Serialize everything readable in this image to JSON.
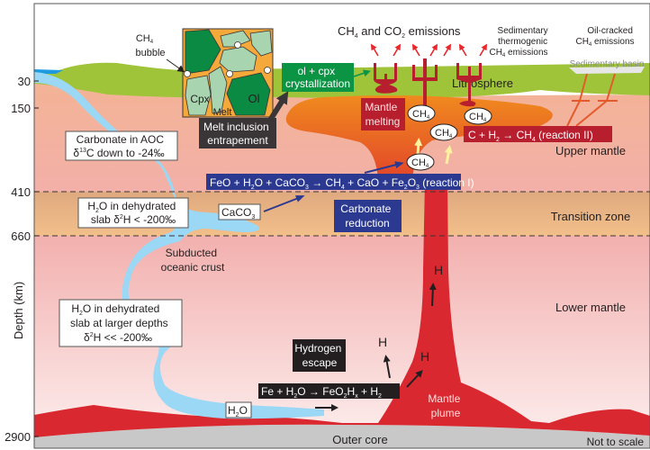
{
  "figure": {
    "y_axis": {
      "label": "Depth (km)",
      "ticks": [
        "30",
        "150",
        "410",
        "660",
        "2900"
      ]
    },
    "note": "Not to scale",
    "layers": {
      "lithosphere": "Lithosphere",
      "upper_mantle": "Upper mantle",
      "transition_zone": "Transition zone",
      "lower_mantle": "Lower mantle",
      "outer_core": "Outer core",
      "sedimentary_basin": "Sedimentary basin"
    },
    "emissions": {
      "main": {
        "pre": "CH",
        "sub1": "4",
        "mid": " and CO",
        "sub2": "2",
        "post": " emissions"
      },
      "sedimentary": {
        "line1": "Sedimentary",
        "line2": "thermogenic",
        "line3_pre": "CH",
        "line3_sub": "4",
        "line3_post": " emissions"
      },
      "oil_cracked": {
        "line1": "Oil-cracked",
        "line2_pre": "CH",
        "line2_sub": "4",
        "line2_post": " emissions"
      }
    },
    "inset": {
      "bubble_label_pre": "CH",
      "bubble_label_sub": "4",
      "bubble_label_line2": "bubble",
      "cpx": "Cpx",
      "ol": "Ol",
      "melt": "Melt"
    },
    "boxes": {
      "crystallization": {
        "line1": "ol + cpx",
        "line2": "crystallization"
      },
      "melt_inclusion": {
        "line1": "Melt inclusion",
        "line2": "entrapement"
      },
      "mantle_melting": {
        "line1": "Mantle",
        "line2": "melting"
      },
      "reaction_ii": {
        "pre": "C + H",
        "sub1": "2",
        "mid": " → CH",
        "sub2": "4",
        "post": " (reaction II)"
      },
      "reaction_i": {
        "a": "FeO + H",
        "s1": "2",
        "b": "O + CaCO",
        "s2": "3",
        "c": " → CH",
        "s3": "4",
        "d": " + CaO + Fe",
        "s4": "2",
        "e": "O",
        "s5": "3",
        "f": " (reaction I)"
      },
      "carbonate_reduction": {
        "line1": "Carbonate",
        "line2": "reduction"
      },
      "carbonate_aoc": {
        "line1": "Carbonate in AOC",
        "line2_pre": "δ",
        "line2_sup": "13",
        "line2_post": "C down to -24‰"
      },
      "h2o_dehydrated": {
        "line1_pre": "H",
        "line1_sub": "2",
        "line1_post": "O in dehydrated",
        "line2_pre": "slab δ",
        "line2_sup": "2",
        "line2_post": "H < -200‰"
      },
      "caco3": {
        "pre": "CaCO",
        "sub": "3"
      },
      "h2o_deep": {
        "line1_pre": "H",
        "line1_sub": "2",
        "line1_post": "O in dehydrated",
        "line2": "slab at larger depths",
        "line3_pre": "δ",
        "line3_sup": "2",
        "line3_post": "H << -200‰"
      },
      "subducted_crust": {
        "line1": "Subducted",
        "line2": "oceanic crust"
      },
      "hydrogen_escape": {
        "line1": "Hydrogen",
        "line2": "escape"
      },
      "reaction_fe": {
        "a": "Fe + H",
        "s1": "2",
        "b": "O → FeO",
        "s2": "2",
        "c": "H",
        "s3": "x",
        "d": " + H",
        "s4": "2"
      },
      "h2o_small": {
        "pre": "H",
        "sub": "2",
        "post": "O"
      },
      "mantle_plume": {
        "line1": "Mantle",
        "line2": "plume"
      }
    },
    "methane_bubbles": {
      "pre": "CH",
      "sub": "4"
    },
    "hydrogen_label": "H",
    "colors": {
      "lithosphere": "#9fc43a",
      "upper_mantle": "#f2b39a",
      "transition_zone": "#e9b98c",
      "lower_mantle_top": "#f2b3b1",
      "lower_mantle_bottom": "#fbe6e6",
      "plume": "#d9282f",
      "melt_zone": "#ee7f1f",
      "outer_core": "#c8c8c8",
      "slab": "#9bd8f5",
      "ocean": "#1e9be0",
      "reaction_blue": "#2b3990",
      "reaction_red": "#b81f2e",
      "dark_box": "#3a3536",
      "green_box": "#0b9444",
      "olivine": "#0b8a44",
      "cpx": "#a8d5b0",
      "melt": "#f6a93b"
    }
  }
}
